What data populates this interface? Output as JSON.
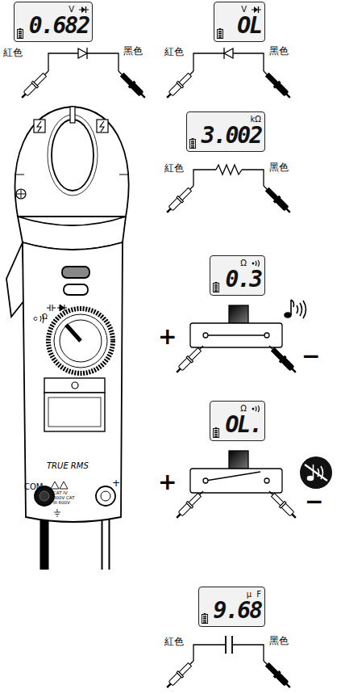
{
  "diagram": {
    "nodes": [
      {
        "text": [
          "V",
          "0.682"
        ]
      },
      {
        "text": [
          "V",
          "OL"
        ]
      },
      {
        "text": [
          "kΩ",
          "3.002"
        ]
      },
      {
        "text": [
          "Ω",
          "0.3"
        ]
      },
      {
        "text": [
          "Ω",
          "OL."
        ]
      },
      {
        "text": [
          "μ",
          "F",
          "9.68"
        ]
      }
    ],
    "labels": [
      "紅色",
      "黑色",
      "紅色",
      "黑色",
      "紅色",
      "黑色",
      "+",
      "−",
      "+",
      "−",
      "紅色",
      "黑色",
      "TRUE RMS",
      "COM",
      "CAT IV 300V CAT III 600V",
      "+",
      "Ω"
    ]
  }
}
